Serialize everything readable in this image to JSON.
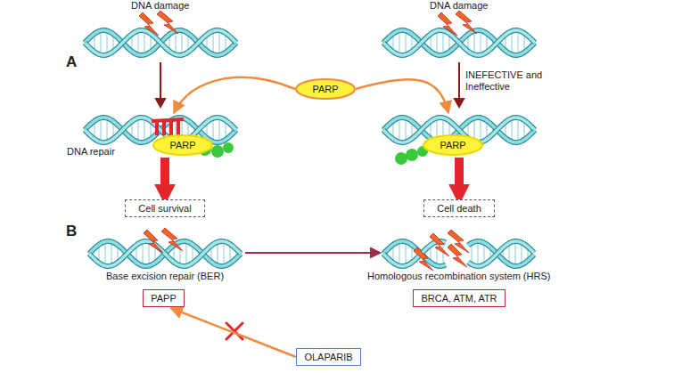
{
  "diagram": {
    "nodes": [
      {
        "text": [
          "PARP"
        ]
      },
      {
        "text": [
          "PARP"
        ]
      },
      {
        "text": [
          "PARP"
        ]
      },
      {
        "text": [
          "Cell survival"
        ]
      },
      {
        "text": [
          "Cell death"
        ]
      },
      {
        "text": [
          "PAPP"
        ]
      },
      {
        "text": [
          "BRCA, ATM, ATR"
        ]
      },
      {
        "text": [
          "OLAPARIB"
        ]
      }
    ],
    "edges": [
      {
        "from": 0,
        "to": 1,
        "arrow": "to"
      },
      {
        "from": 0,
        "to": 2,
        "arrow": "to"
      },
      {
        "from": 1,
        "to": 3,
        "arrow": "to"
      },
      {
        "from": 2,
        "to": 4,
        "arrow": "to"
      },
      {
        "from": 7,
        "to": 5,
        "arrow": "to"
      }
    ],
    "labels": [
      "A",
      "DNA damage",
      "DNA damage",
      "INEFECTIVE and Ineffective",
      "DNA repair",
      "B",
      "Base excision repair (BER)",
      "Homologous recombination system (HRS)"
    ]
  }
}
